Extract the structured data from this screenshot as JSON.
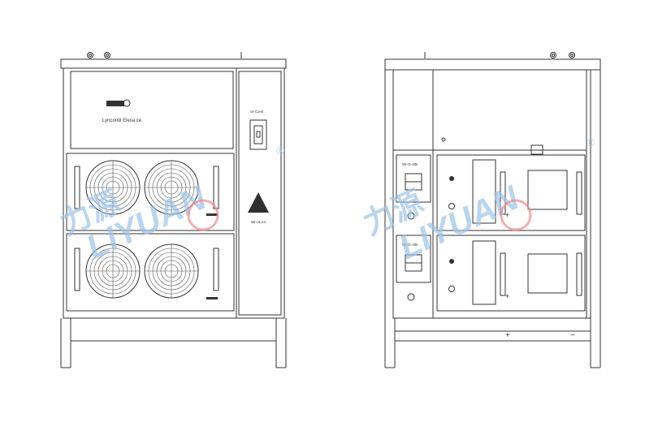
{
  "drawing": {
    "front_view": {
      "top_panel_text": "Lyncontil Elesa ce",
      "switch_label": "ce Ca-B",
      "warning_label": "Wr-ALAC",
      "fan_modules": 2,
      "fans_per_module": 2
    },
    "rear_view": {
      "breaker_labels": [
        "Wr-G-AlB",
        "Wr-G-AlB"
      ],
      "terminal_modules": 2,
      "polarity_positive": "+",
      "polarity_negative": "−"
    },
    "watermark": {
      "chinese_text": "力源",
      "brand_text": "LIYUAN",
      "registered_mark": "®"
    },
    "colors": {
      "line": "#333333",
      "watermark_blue": "#9ec4e8",
      "watermark_red": "#f08c8c"
    }
  }
}
